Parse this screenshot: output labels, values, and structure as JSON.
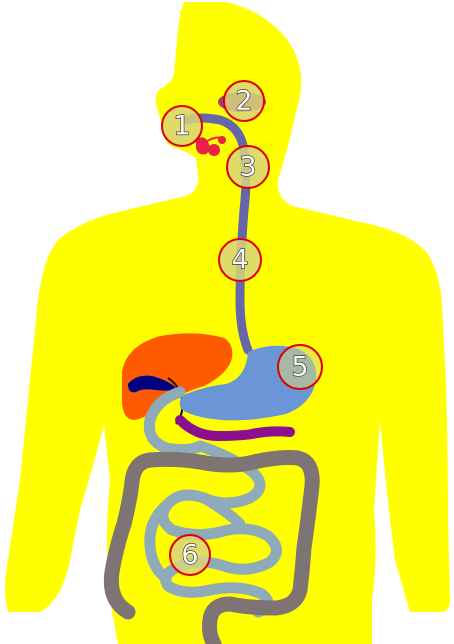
{
  "diagram": {
    "colors": {
      "body": "#ffff00",
      "esophagus": "#6666aa",
      "liver": "#ff5a00",
      "gallbladder": "#000080",
      "stomach": "#6a96d8",
      "pancreas": "#8b0f8f",
      "small_intestine": "#8faab8",
      "large_intestine": "#7f7474",
      "marker_fill": "#d9d57a",
      "marker_ring": "#e00000"
    },
    "markers": [
      {
        "label": "1"
      },
      {
        "label": "2"
      },
      {
        "label": "3"
      },
      {
        "label": "4"
      },
      {
        "label": "5"
      },
      {
        "label": "6"
      }
    ]
  }
}
